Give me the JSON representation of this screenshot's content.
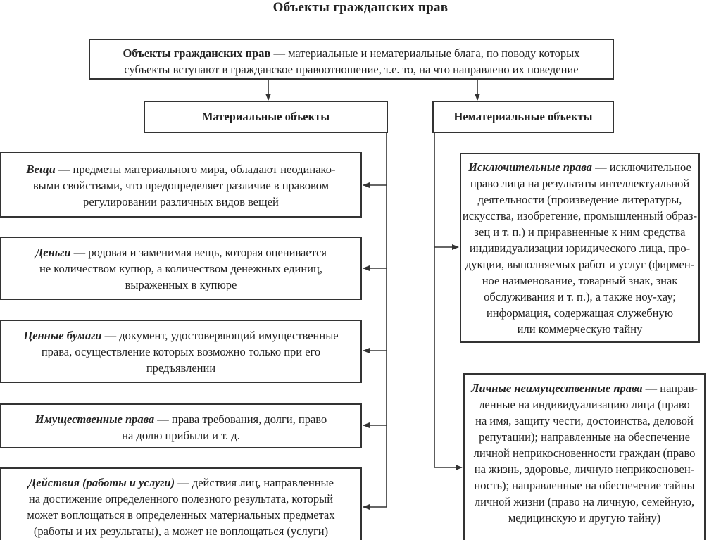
{
  "title": "Объекты гражданских прав",
  "definition": {
    "term": "Объекты гражданских прав",
    "line1": " — материальные и нематериальные блага, по поводу которых",
    "line2": "субъекты вступают в гражданское правоотношение, т.е. то, на что направлено их  поведение"
  },
  "material": {
    "header": "Материальные объекты",
    "items": [
      {
        "term": "Вещи",
        "lines": [
          " — предметы материального мира, обладают неодинако-",
          "выми свойствами, что предопределяет различие в правовом",
          "регулировании различных видов вещей"
        ]
      },
      {
        "term": "Деньги",
        "lines": [
          " — родовая и заменимая вещь, которая оценивается",
          "не количеством купюр, а количеством денежных единиц,",
          "выраженных в купюре"
        ]
      },
      {
        "term": "Ценные бумаги",
        "lines": [
          " — документ, удостоверяющий имущественные",
          "права, осуществление которых возможно только при его",
          "предъявлении"
        ]
      },
      {
        "term": "Имущественные права",
        "lines": [
          " — права требования, долги, право",
          "на долю прибыли и т. д."
        ]
      },
      {
        "term": "Действия (работы и услуги)",
        "lines": [
          " — действия лиц, направленные",
          "на достижение определенного полезного результата, который",
          "может воплощаться в определенных материальных предметах",
          "(работы и их результаты), а может не воплощаться (услуги)"
        ]
      }
    ]
  },
  "nonmaterial": {
    "header": "Нематериальные объекты",
    "items": [
      {
        "term": "Исключительные права",
        "lines": [
          " — исключительное",
          "право лица на результаты интеллектуальной",
          "деятельности (произведение литературы,",
          "искусства, изобретение, промышленный образ-",
          "зец и т. п.) и приравненные к ним средства",
          "индивидуализации юридического лица, про-",
          "дукции, выполняемых работ и услуг (фирмен-",
          "ное наименование, товарный знак, знак",
          "обслуживания и т. п.), а также ноу-хау;",
          "информация, содержащая служебную",
          "или коммерческую тайну"
        ]
      },
      {
        "term": "Личные неимущественные права",
        "lines": [
          " — направ-",
          "ленные на индивидуализацию лица (право",
          "на имя, защиту чести, достоинства, деловой",
          "репутации); направленные на обеспечение",
          "личной неприкосновенности граждан (право",
          "на жизнь, здоровье, личную неприкосновен-",
          "ность);  направленные на обеспечение тайны",
          "личной жизни (право на личную, семейную,",
          "медицинскую и другую тайну)"
        ]
      }
    ]
  }
}
